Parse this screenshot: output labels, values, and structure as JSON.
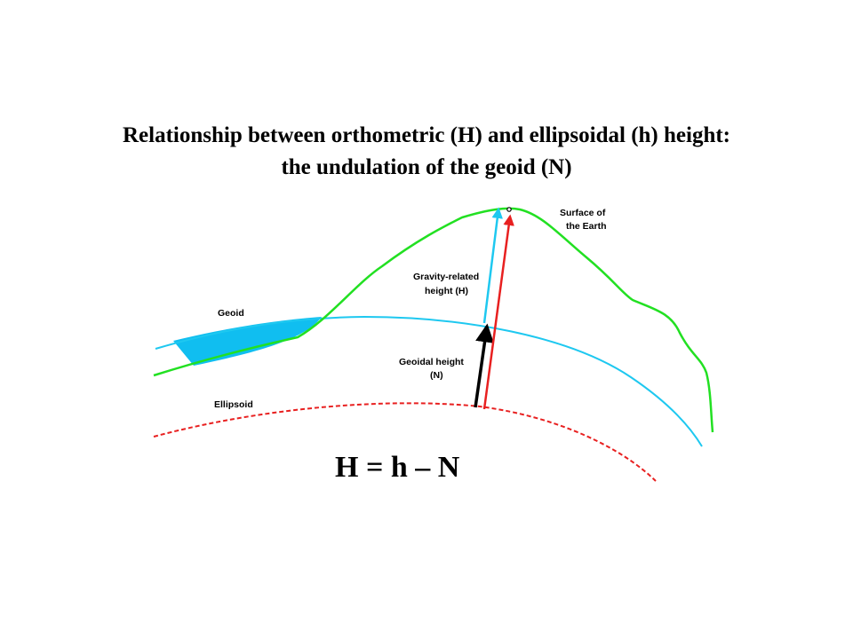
{
  "title": {
    "line1": "Relationship between orthometric (H) and ellipsoidal (h) height:",
    "line2": "the undulation of the geoid (N)"
  },
  "labels": {
    "surface_line1": "Surface of",
    "surface_line2": "the Earth",
    "gravity_line1": "Gravity-related",
    "gravity_line2": "height (H)",
    "geoid": "Geoid",
    "geoidal_line1": "Geoidal height",
    "geoidal_line2": "(N)",
    "ellipsoid": "Ellipsoid"
  },
  "formula": "H = h – N",
  "colors": {
    "earth_surface": "#22e022",
    "geoid": "#1ec8f0",
    "ellipsoid": "#e82020",
    "geoidal_height_arrow": "#000000",
    "ocean_fill": "#10bef0"
  }
}
